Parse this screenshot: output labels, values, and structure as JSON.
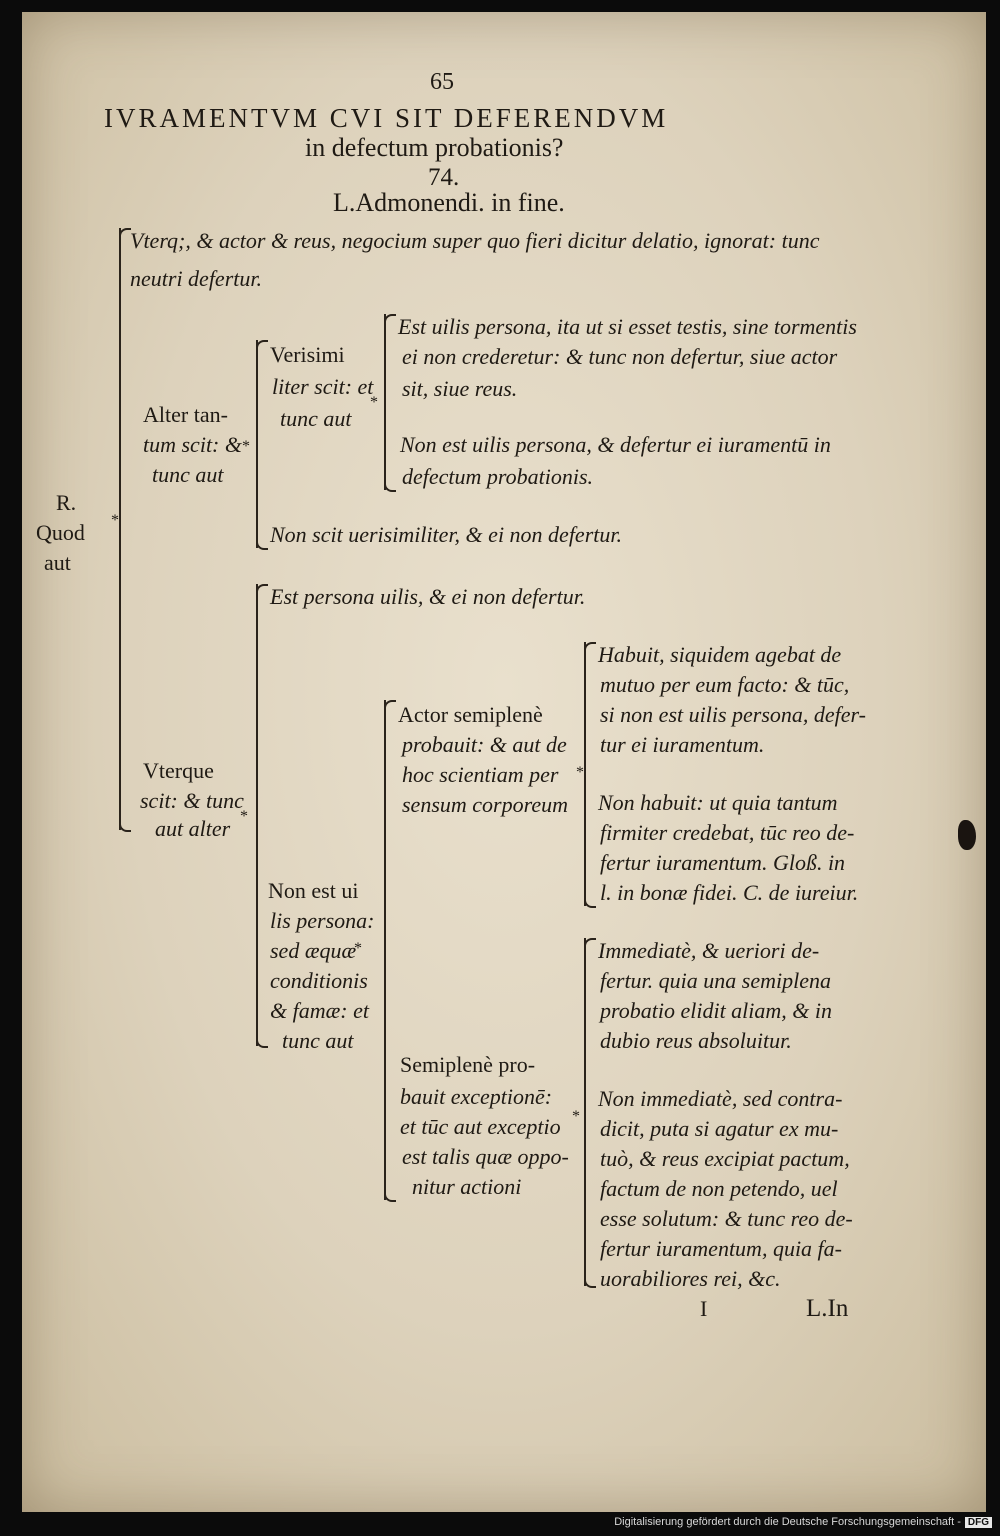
{
  "header": {
    "folio": "65",
    "title_line1": "IVRAMENTVM CVI SIT DEFERENDVM",
    "title_line2": "in defectum probationis?",
    "number": "74.",
    "reference": "L.Admonendi. in fine."
  },
  "root": {
    "label_line1": "R.",
    "label_line2": "Quod",
    "label_line3": "aut"
  },
  "branch_both_ignorant": {
    "line1": "Vterq;, & actor & reus, negocium super quo fieri dicitur delatio, ignorat: tunc",
    "line2": "neutri defertur."
  },
  "branch_one_knows": {
    "label_line1": "Alter tan-",
    "label_line2": "tum scit: &",
    "label_line3": "tunc aut",
    "likely": {
      "label_line1": "Verisimi",
      "label_line2": "liter scit: et",
      "label_line3": "tunc aut",
      "vile_line1": "Est uilis persona, ita ut si esset testis, sine tormentis",
      "vile_line2": "ei non crederetur: & tunc non defertur, siue actor",
      "vile_line3": "sit, siue reus.",
      "notvile_line1": "Non est uilis persona, & defertur ei iuramentū in",
      "notvile_line2": "defectum probationis."
    },
    "not_likely": "Non scit uerisimiliter, & ei non defertur."
  },
  "branch_both_know": {
    "label_line1": "Vterque",
    "label_line2": "scit: & tunc",
    "label_line3": "aut alter",
    "vile": "Est persona uilis, & ei non defertur.",
    "not_vile": {
      "label_line1": "Non est ui",
      "label_line2": "lis persona:",
      "label_line3": "sed æquæ",
      "label_line4": "conditionis",
      "label_line5": "& famæ: et",
      "label_line6": "tunc aut"
    },
    "actor": {
      "label_line1": "Actor semiplenè",
      "label_line2": "probauit: & aut de",
      "label_line3": "hoc scientiam per",
      "label_line4": "sensum corporeum",
      "had_line1": "Habuit, siquidem agebat de",
      "had_line2": "mutuo per eum facto: & tūc,",
      "had_line3": "si non est uilis persona, defer-",
      "had_line4": "tur ei iuramentum.",
      "nothad_line1": "Non habuit: ut quia tantum",
      "nothad_line2": "firmiter credebat, tūc reo de-",
      "nothad_line3": "fertur iuramentum. Gloß. in",
      "nothad_line4": "l. in bonæ fidei. C. de iureiur."
    },
    "exception": {
      "label_line1": "Semiplenè pro-",
      "label_line2": "bauit exceptionē:",
      "label_line3": "et tūc aut exceptio",
      "label_line4": "est talis quæ oppo-",
      "label_line5": "nitur actioni",
      "imm_line1": "Immediatè, & ueriori de-",
      "imm_line2": "fertur. quia una semiplena",
      "imm_line3": "probatio elidit aliam, & in",
      "imm_line4": "dubio reus absoluitur.",
      "notimm_line1": "Non immediatè, sed contra-",
      "notimm_line2": "dicit, puta si agatur ex mu-",
      "notimm_line3": "tuò, & reus excipiat pactum,",
      "notimm_line4": "factum de non petendo, uel",
      "notimm_line5": "esse solutum: & tunc reo de-",
      "notimm_line6": "fertur iuramentum, quia fa-",
      "notimm_line7": "uorabiliores rei, &c."
    }
  },
  "footer": {
    "signature_mark": "I",
    "catchword": "L.In",
    "credit": "Digitalisierung gefördert durch die Deutsche Forschungsgemeinschaft -",
    "credit_logo": "DFG"
  }
}
